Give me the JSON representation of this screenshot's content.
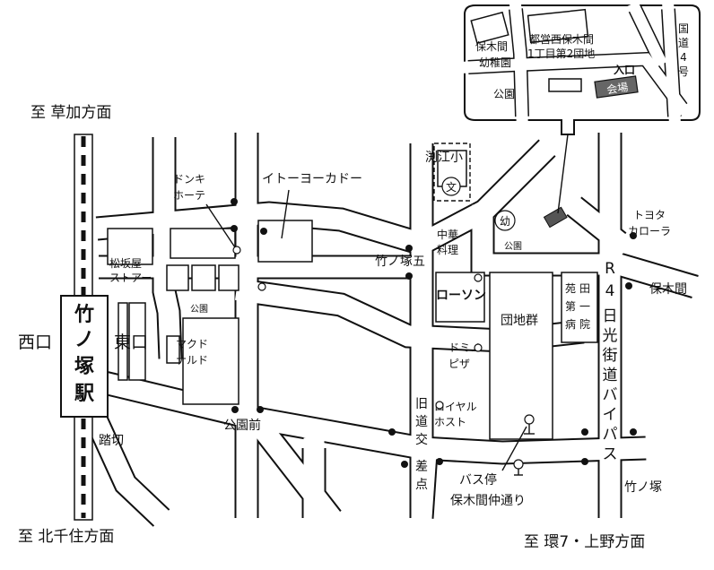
{
  "directions": {
    "north": "至 草加方面",
    "south": "至 北千住方面",
    "southeast": "至 環7・上野方面"
  },
  "station": {
    "name_chars": [
      "竹",
      "ノ",
      "塚",
      "駅"
    ],
    "west_exit": "西口",
    "east_exit": "東口"
  },
  "labels": {
    "donki_1": "ドンキ",
    "donki_2": "ホーテ",
    "itoyokado": "イトーヨーカドー",
    "matsuzakaya_1": "松坂屋",
    "matsuzakaya_2": "ストアー",
    "park_small": "公園",
    "mcdonalds_1": "マクド",
    "mcdonalds_2": "ナルド",
    "kouenmae": "公園前",
    "fumikiri": "踏切",
    "takenotsuka5": "竹ノ塚五",
    "sho_1": "渕江小",
    "school_symbol": "文",
    "chuka_1": "中華",
    "chuka_2": "料理",
    "kindergarten_symbol": "幼",
    "park_east": "公園",
    "lawson": "ローソン",
    "danchi": "団地群",
    "dominos_1": "ドミノ",
    "dominos_2": "ピザ",
    "royalhost_1": "ロイヤル",
    "royalhost_2": "ホスト",
    "kyudo_chars": [
      "旧",
      "道",
      "交",
      "差",
      "点"
    ],
    "hospital_chars": [
      "苑",
      "第",
      "病",
      "田",
      "一",
      "院"
    ],
    "bypass_chars": [
      "R",
      "4",
      "日",
      "光",
      "街",
      "道",
      "バ",
      "イ",
      "パ",
      "ス"
    ],
    "toyota_1": "トヨタ",
    "toyota_2": "カローラ",
    "hokima": "保木間",
    "takenotsuka": "竹ノ塚",
    "bus_stop_1": "バス停",
    "bus_stop_2": "保木間仲通り"
  },
  "inset": {
    "kindergarten_1": "保木間",
    "kindergarten_2": "幼稚園",
    "danchi_1": "都営西保木間",
    "danchi_2": "1丁目第2団地",
    "entrance": "入口",
    "venue": "会場",
    "park": "公園",
    "route4_chars": [
      "国",
      "道",
      "4",
      "号"
    ]
  },
  "colors": {
    "ink": "#111111",
    "paper": "#ffffff",
    "venue_fill": "#666666",
    "venue_marker": "#555555"
  }
}
